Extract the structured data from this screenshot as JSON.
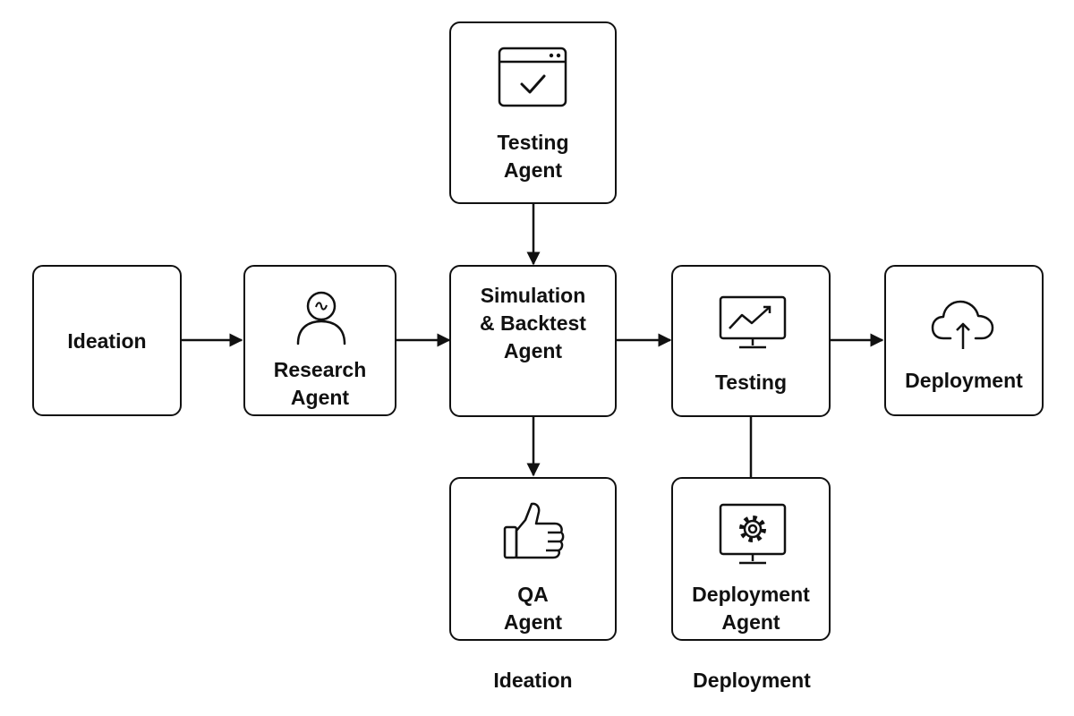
{
  "nodes": {
    "ideation": "Ideation",
    "research": "Research\nAgent",
    "testing_agent": "Testing\nAgent",
    "simulation": "Simulation\n& Backtest\nAgent",
    "testing": "Testing",
    "deployment": "Deployment",
    "qa": "QA\nAgent",
    "deployment_agent": "Deployment\nAgent"
  },
  "captions": {
    "left": "Ideation",
    "right": "Deployment"
  },
  "icons": {
    "research": "person-icon",
    "testing_agent": "browser-check-icon",
    "testing": "monitor-chart-icon",
    "deployment": "cloud-upload-icon",
    "qa": "thumbs-up-icon",
    "deployment_agent": "monitor-gear-icon"
  },
  "colors": {
    "stroke": "#111111",
    "background": "#ffffff"
  }
}
